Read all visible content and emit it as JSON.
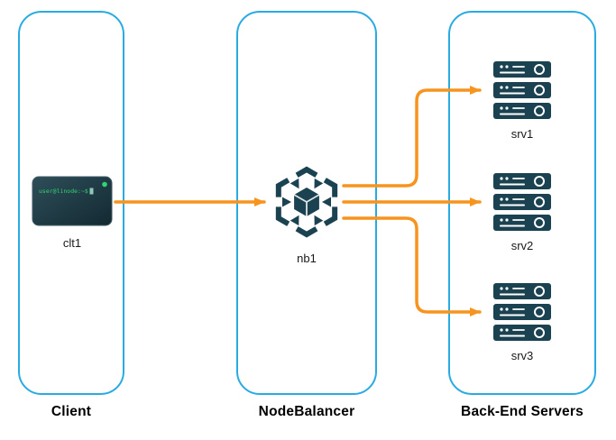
{
  "columns": [
    {
      "label": "Client"
    },
    {
      "label": "NodeBalancer"
    },
    {
      "label": "Back-End Servers"
    }
  ],
  "nodes": {
    "client": {
      "id": "clt1",
      "terminal_prompt": "user@linode:~$"
    },
    "balancer": {
      "id": "nb1"
    },
    "servers": [
      {
        "id": "srv1"
      },
      {
        "id": "srv2"
      },
      {
        "id": "srv3"
      }
    ]
  },
  "connections": [
    {
      "from": "clt1",
      "to": "nb1"
    },
    {
      "from": "nb1",
      "to": "srv1"
    },
    {
      "from": "nb1",
      "to": "srv2"
    },
    {
      "from": "nb1",
      "to": "srv3"
    }
  ],
  "icons": {
    "client": "terminal-icon",
    "balancer": "nodebalancer-hexagon-icon",
    "server": "server-stack-icon"
  },
  "colors": {
    "column_border": "#29ABE2",
    "arrow": "#F7941E",
    "icon_dark": "#1B4251",
    "terminal_green": "#2FD573",
    "label_text": "#1A1A1A"
  }
}
